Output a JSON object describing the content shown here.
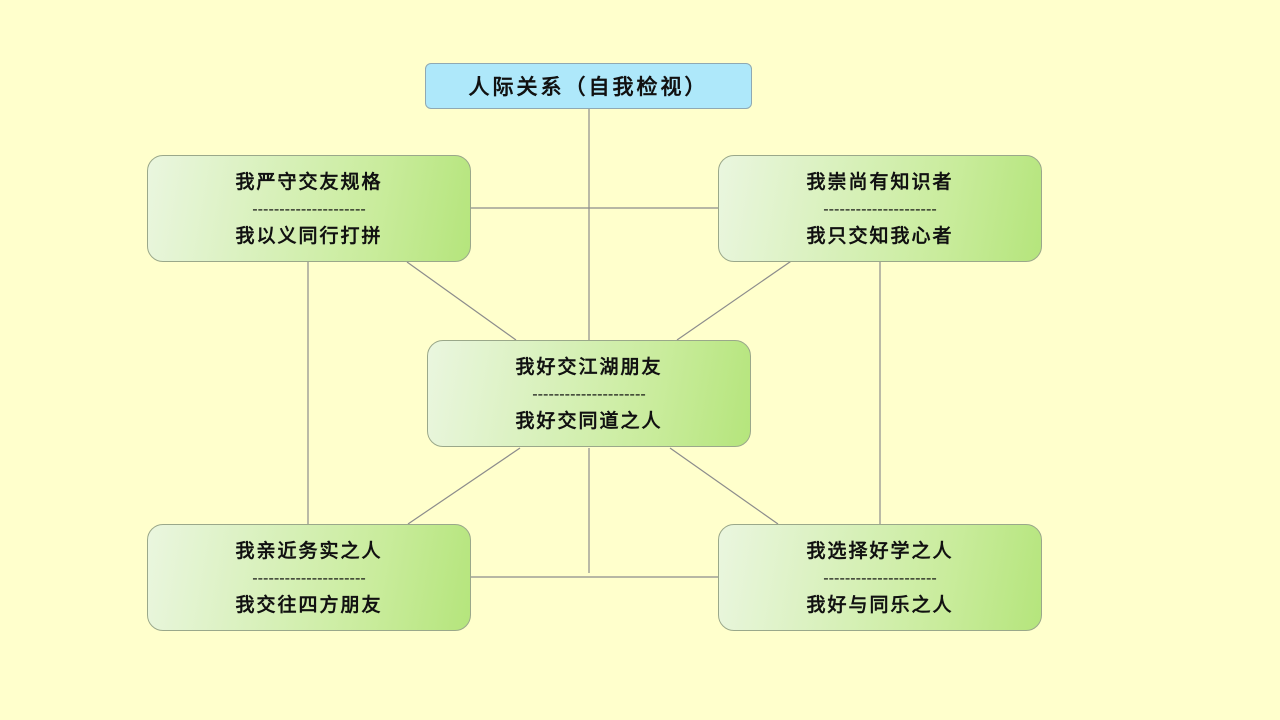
{
  "title": "人际关系（自我检视）",
  "nodes": {
    "top_left": {
      "line1": "我严守交友规格",
      "separator": "---------------------",
      "line2": "我以义同行打拼"
    },
    "top_right": {
      "line1": "我崇尚有知识者",
      "separator": "---------------------",
      "line2": "我只交知我心者"
    },
    "center": {
      "line1": "我好交江湖朋友",
      "separator": "---------------------",
      "line2": "我好交同道之人"
    },
    "bottom_left": {
      "line1": "我亲近务实之人",
      "separator": "---------------------",
      "line2": "我交往四方朋友"
    },
    "bottom_right": {
      "line1": "我选择好学之人",
      "separator": "---------------------",
      "line2": "我好与同乐之人"
    }
  }
}
